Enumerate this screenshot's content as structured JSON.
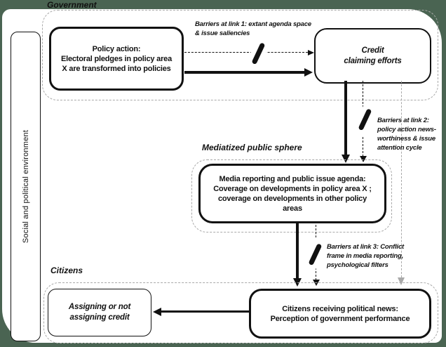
{
  "colors": {
    "page_background": "#4a6452",
    "canvas": "#ffffff",
    "line_black": "#111111",
    "dash_gray": "#a9a9a9"
  },
  "sidebar": {
    "label": "Social and political environment"
  },
  "regions": {
    "government": {
      "label": "Government"
    },
    "mediatized": {
      "label": "Mediatized public sphere"
    },
    "citizens": {
      "label": "Citizens"
    }
  },
  "boxes": {
    "policy_action": {
      "lines": [
        "Policy action:",
        "Electoral pledges in policy area",
        "X are transformed into policies"
      ]
    },
    "credit_claiming": {
      "lines": [
        "Credit",
        "claiming efforts"
      ]
    },
    "media_reporting": {
      "lines": [
        "Media reporting and public issue agenda:",
        "Coverage on developments in policy area X ;",
        "coverage on developments in other policy",
        "areas"
      ]
    },
    "citizens_receiving": {
      "lines": [
        "Citizens receiving political news:",
        "Perception of government performance"
      ]
    },
    "assigning_credit": {
      "lines": [
        "Assigning or not",
        "assigning credit"
      ]
    }
  },
  "barriers": {
    "link1": {
      "lines": [
        "Barriers at link 1: extant agenda space",
        "& issue saliencies"
      ]
    },
    "link2": {
      "lines": [
        "Barriers at link 2:",
        "policy action news-",
        "worthiness & issue",
        "attention cycle"
      ]
    },
    "link3": {
      "lines": [
        "Barriers at link 3: Conflict",
        "frame in media reporting,",
        "psychological filters"
      ]
    }
  }
}
